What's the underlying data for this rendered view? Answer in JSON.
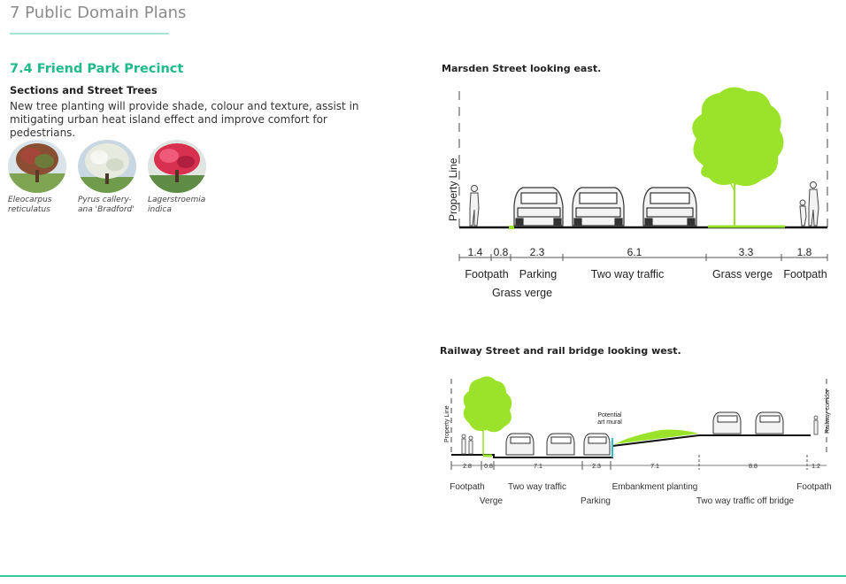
{
  "header": {
    "page_title": "7 Public Domain Plans"
  },
  "section": {
    "heading": "7.4 Friend Park Precinct",
    "subheading": "Sections and Street Trees",
    "body": "New tree planting will provide shade, colour and texture, assist in mitigating urban heat island effect and improve comfort for pedestrians."
  },
  "trees": [
    {
      "line1": "Eleocarpus",
      "line2": "reticulatus",
      "color": "#a5463a"
    },
    {
      "line1": "Pyrus callery-",
      "line2": "ana 'Bradford'",
      "color": "#e6eadf"
    },
    {
      "line1": "Lagerstroemia",
      "line2": "indica",
      "color": "#d8304f"
    }
  ],
  "marsden": {
    "title": "Marsden Street looking east.",
    "property_line": "Property Line",
    "widths": [
      "1.4",
      "0.8",
      "2.3",
      "6.1",
      "3.3",
      "1.8"
    ],
    "labels": {
      "footpath_left": "Footpath",
      "parking": "Parking",
      "traffic": "Two way traffic",
      "grass_verge_right": "Grass verge",
      "footpath_right": "Footpath",
      "grass_verge_left": "Grass verge"
    }
  },
  "railway": {
    "title": "Railway Street and rail bridge looking west.",
    "property_line": "Property Line",
    "railway_corridor": "Railway corridor",
    "mural_line1": "Potential",
    "mural_line2": "art mural",
    "widths": [
      "2.8",
      "0.8",
      "7.1",
      "2.3",
      "7.1",
      "8.8",
      "1.2"
    ],
    "labels": {
      "footpath_left": "Footpath",
      "verge": "Verge",
      "traffic": "Two way traffic",
      "parking": "Parking",
      "embankment": "Embankment planting",
      "bridge_traffic": "Two way traffic off bridge",
      "footpath_right": "Footpath"
    }
  },
  "colors": {
    "accent": "#1fb98b",
    "rule": "#37c99a",
    "tree_green": "#9be22a"
  }
}
